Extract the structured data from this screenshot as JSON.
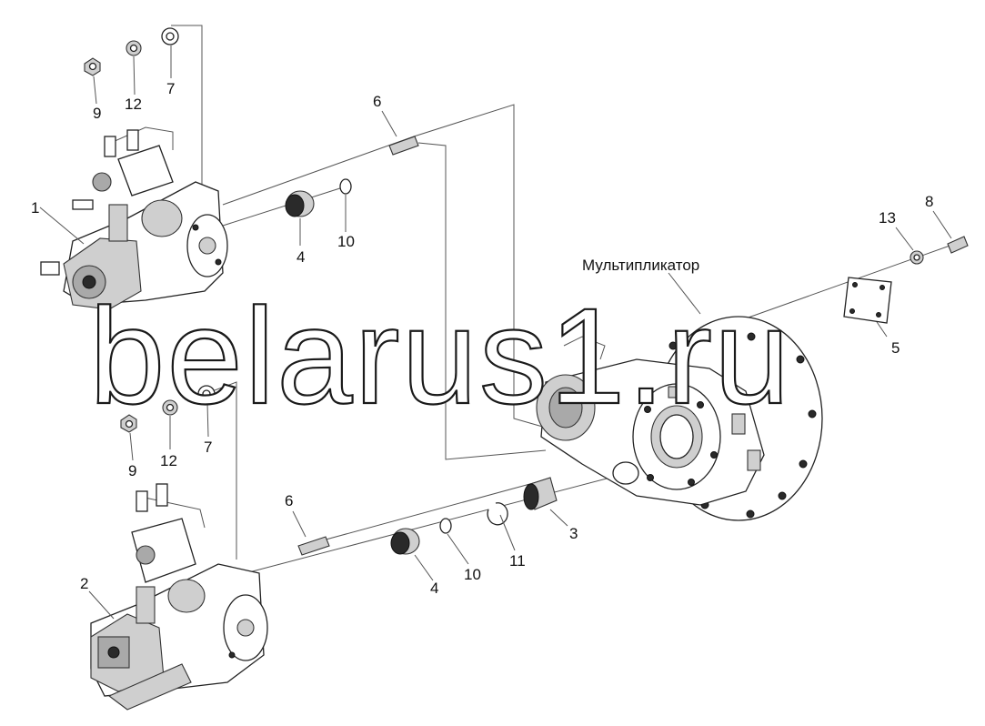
{
  "labels": {
    "pump_upper": "1",
    "pump_lower": "2",
    "sleeve": "3",
    "plug_upper": "4",
    "plug_lower": "4",
    "cover": "5",
    "stud_upper": "6",
    "stud_lower": "6",
    "washer_upper": "7",
    "washer_lower": "7",
    "bolt": "8",
    "nut_upper": "9",
    "nut_lower": "9",
    "oring_upper": "10",
    "oring_lower": "10",
    "ring": "11",
    "spring_washer_upper": "12",
    "spring_washer_lower": "12",
    "copper_washer": "13",
    "multiplier": "Мультипликатор"
  },
  "watermark": "belarus1.ru",
  "icons": [
    "hydraulic-pump-icon",
    "multiplier-housing-icon",
    "nut-icon",
    "washer-icon",
    "stud-icon",
    "o-ring-icon",
    "plug-icon",
    "sleeve-icon",
    "cover-plate-icon",
    "bolt-icon"
  ]
}
